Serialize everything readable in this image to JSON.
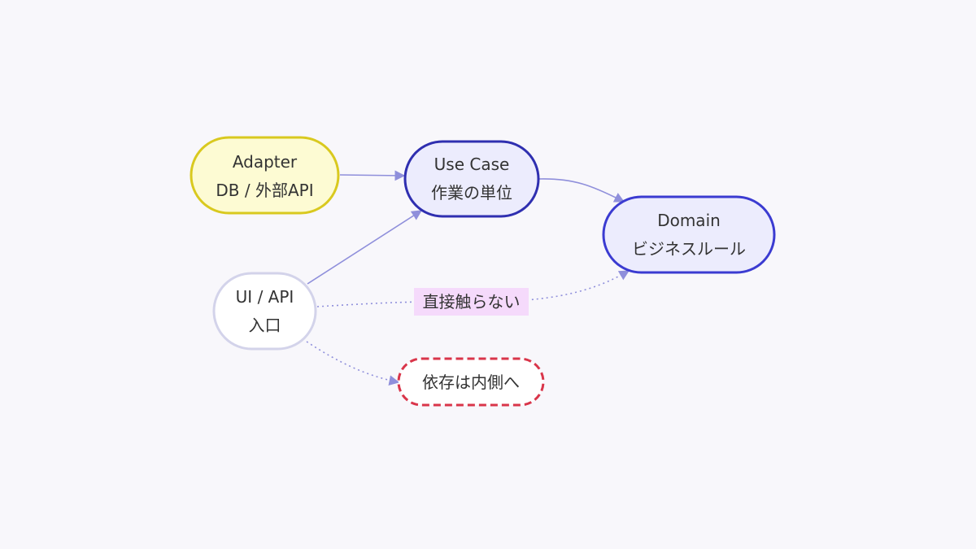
{
  "diagram": {
    "nodes": {
      "adapter": {
        "line1": "Adapter",
        "line2": "DB / 外部API",
        "fill": "#fdfbd3",
        "stroke": "#d9c91f"
      },
      "usecase": {
        "line1": "Use Case",
        "line2": "作業の単位",
        "fill": "#ececfd",
        "stroke": "#2f2fb0"
      },
      "domain": {
        "line1": "Domain",
        "line2": "ビジネスルール",
        "fill": "#ececfd",
        "stroke": "#3b3bd1"
      },
      "ui": {
        "line1": "UI / API",
        "line2": "入口",
        "fill": "#ffffff",
        "stroke": "#d3d3ea"
      },
      "note": {
        "line1": "依存は内側へ",
        "fill": "#ffffff",
        "stroke": "#d9354a"
      }
    },
    "edges": {
      "adapter_usecase": {
        "style": "solid"
      },
      "usecase_domain": {
        "style": "solid"
      },
      "ui_usecase": {
        "style": "solid"
      },
      "ui_domain": {
        "style": "dotted",
        "label": "直接触らない",
        "label_bg": "#f5dafb"
      },
      "ui_note": {
        "style": "dotted"
      }
    },
    "edge_color": "#8f8fdb"
  }
}
